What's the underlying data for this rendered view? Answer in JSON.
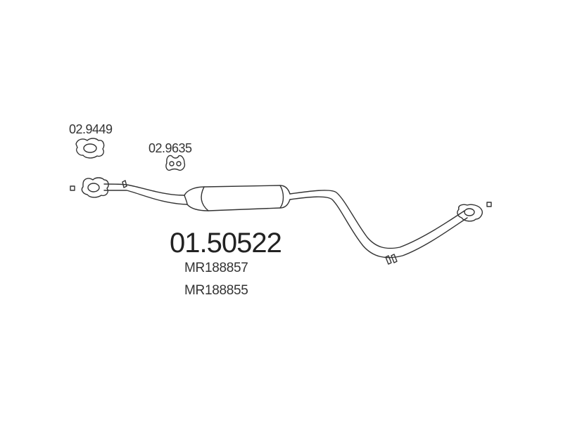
{
  "part_labels": {
    "gasket": "02.9449",
    "rubber_mount": "02.9635"
  },
  "main_part": {
    "number": "01.50522",
    "oem_refs": [
      "MR188857",
      "MR188855"
    ]
  },
  "colors": {
    "line": "#333333",
    "text": "#333333",
    "background": "#ffffff"
  }
}
